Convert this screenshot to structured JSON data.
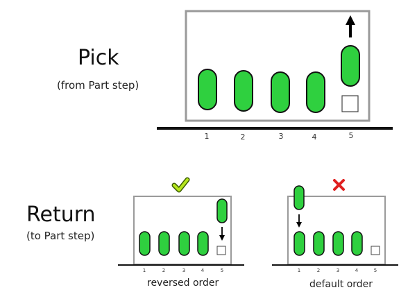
{
  "pick": {
    "title": "Pick",
    "subtitle": "(from Part step)",
    "slot_labels": [
      "1",
      "2",
      "3",
      "4",
      "5"
    ]
  },
  "return": {
    "title": "Return",
    "subtitle": "(to Part step)",
    "correct_example": {
      "caption": "reversed order",
      "status": "check-icon",
      "slot_labels": [
        "1",
        "2",
        "3",
        "4",
        "5"
      ]
    },
    "wrong_example": {
      "caption": "default order",
      "status": "cross-icon",
      "slot_labels": [
        "1",
        "2",
        "3",
        "4",
        "5"
      ]
    }
  },
  "colors": {
    "bin": "#2fd03f",
    "frame": "#9a9a9a",
    "check": "#b5e61d",
    "cross": "#e02020"
  }
}
